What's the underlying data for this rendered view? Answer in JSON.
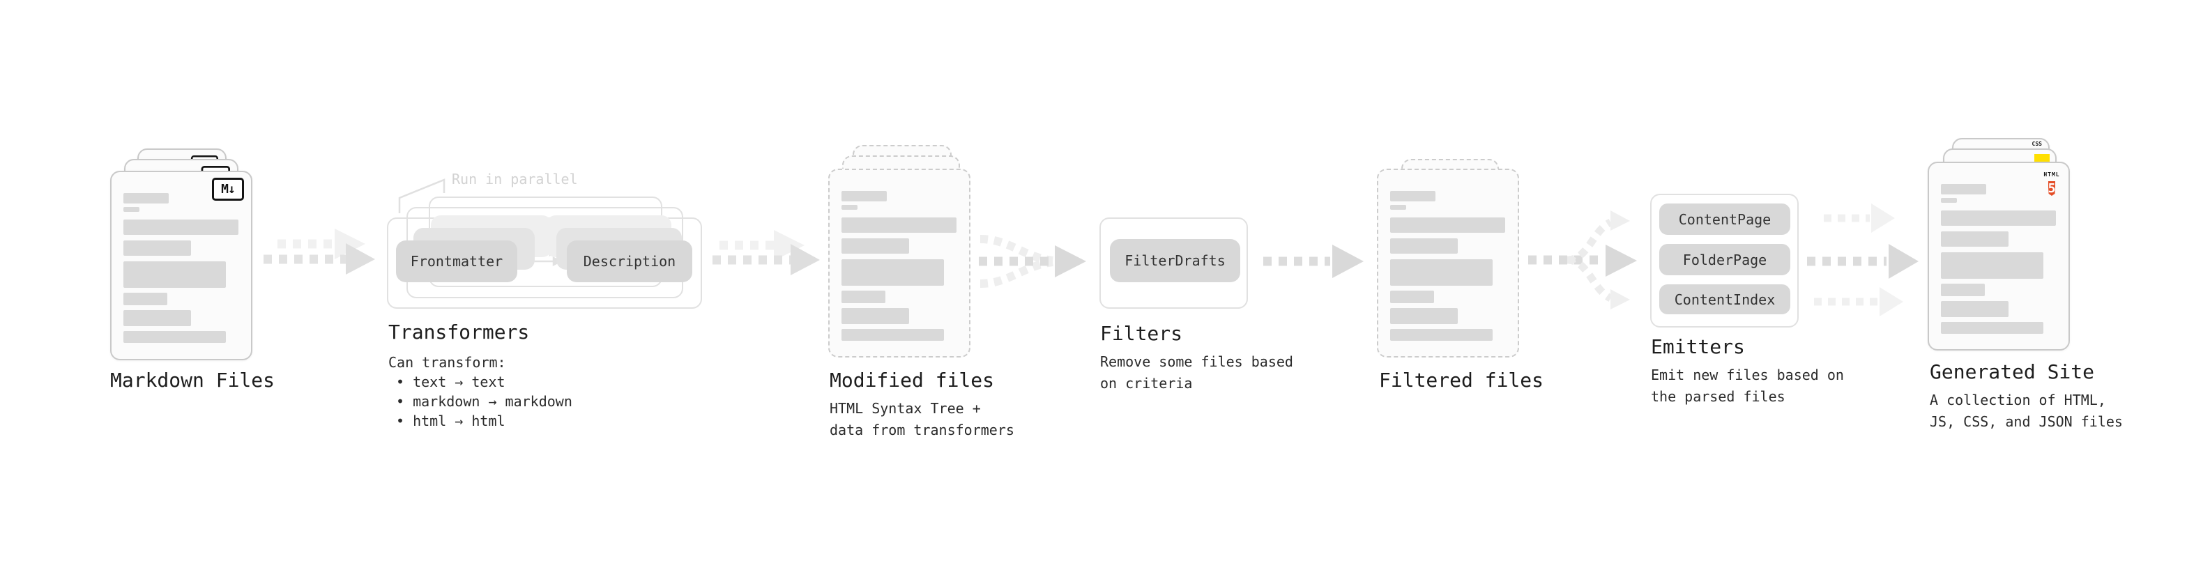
{
  "stages": {
    "markdown": {
      "label": "Markdown Files",
      "icon_text": "M↓"
    },
    "transformers": {
      "label": "Transformers",
      "annotation": "Run in parallel",
      "pills": [
        "Frontmatter",
        "Description"
      ],
      "description": "Can transform:",
      "bullets": [
        "• text → text",
        "• markdown → markdown",
        "• html → html"
      ]
    },
    "modified": {
      "label": "Modified files",
      "description": "HTML Syntax Tree +\ndata from transformers"
    },
    "filters": {
      "label": "Filters",
      "pills": [
        "FilterDrafts"
      ],
      "description": "Remove some files based\non criteria"
    },
    "filtered": {
      "label": "Filtered files"
    },
    "emitters": {
      "label": "Emitters",
      "pills": [
        "ContentPage",
        "FolderPage",
        "ContentIndex"
      ],
      "description": "Emit new files based on\nthe parsed files"
    },
    "generated": {
      "label": "Generated Site",
      "description": "A collection of HTML,\nJS, CSS, and JSON files",
      "badges": {
        "css": "CSS",
        "html_word": "HTML",
        "html_num": "5"
      }
    }
  },
  "colors": {
    "arrow_main": "#e0e0e0",
    "arrow_light": "#f1f1f1",
    "bar": "#d9d9d9",
    "pill": "#d8d8d8",
    "html5_orange": "#e44d26",
    "js_yellow": "#ffdf00",
    "css_blue": "#2965f1"
  }
}
